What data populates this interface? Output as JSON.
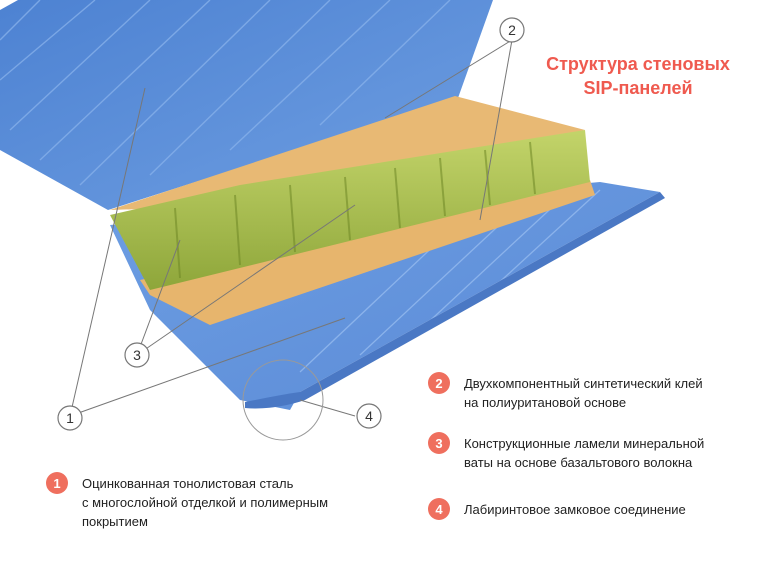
{
  "title": {
    "line1": "Структура стеновых",
    "line2": "SIP-панелей"
  },
  "callouts": {
    "c1": "1",
    "c2": "2",
    "c3": "3",
    "c4": "4"
  },
  "legend": {
    "item1": {
      "num": "1",
      "lines": [
        "Оцинкованная тонолистовая сталь",
        "с многослойной отделкой и полимерным",
        "покрытием"
      ]
    },
    "item2": {
      "num": "2",
      "lines": [
        "Двухкомпонентный синтетический клей",
        "на полиуритановой основе"
      ]
    },
    "item3": {
      "num": "3",
      "lines": [
        "Конструкционные ламели минеральной",
        "ваты на основе базальтового волокна"
      ]
    },
    "item4": {
      "num": "4",
      "lines": [
        "Лабиринтовое замковое соединение"
      ]
    }
  },
  "colors": {
    "steel": "#5b8fd8",
    "steel_light": "#7ba8e6",
    "adhesive": "#e7b56d",
    "wool": "#a9c04a",
    "accent": "#ef5a4f"
  }
}
